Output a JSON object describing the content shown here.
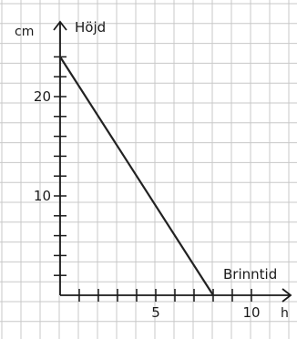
{
  "chart_data": {
    "type": "line",
    "xlabel": "Brinntid",
    "ylabel": "Höjd",
    "xunit": "h",
    "yunit": "cm",
    "xlim": [
      0,
      11
    ],
    "ylim": [
      0,
      24
    ],
    "x_ticks": [
      5,
      10
    ],
    "y_ticks": [
      10,
      20
    ],
    "grid": true,
    "series": [
      {
        "x": [
          0,
          8
        ],
        "y": [
          24,
          0
        ]
      }
    ],
    "colors": {
      "line": "#222222",
      "grid": "#c8c8c8",
      "axis": "#1a1a1a"
    }
  }
}
